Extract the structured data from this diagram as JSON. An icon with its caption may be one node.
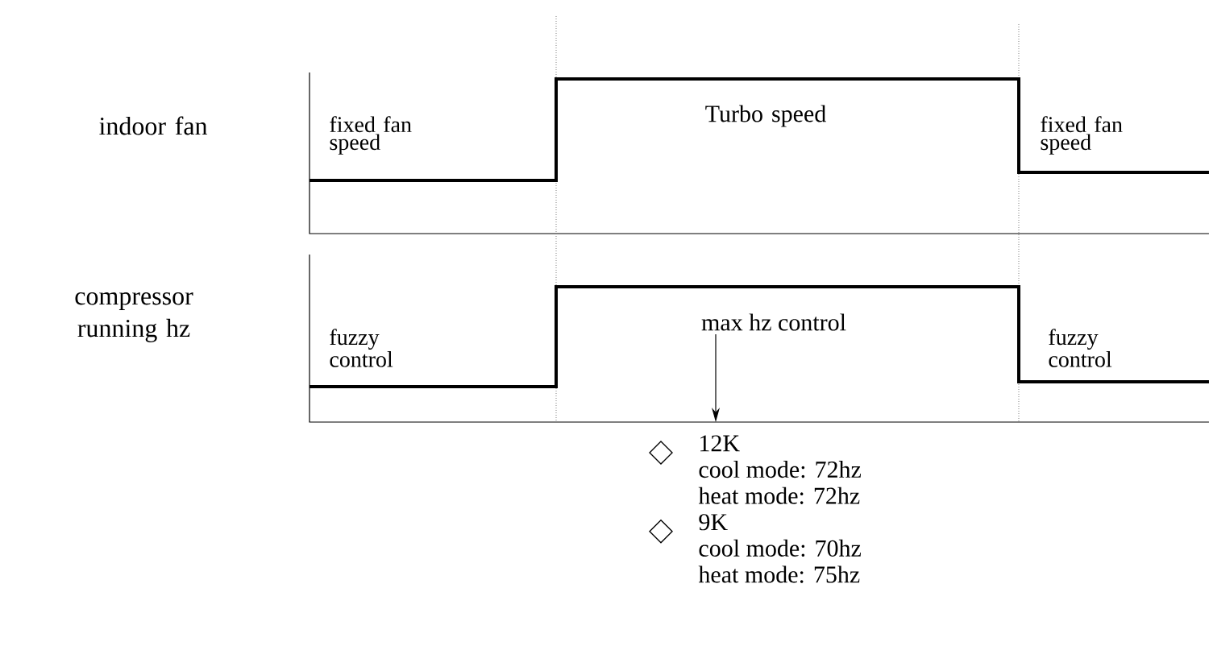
{
  "diagram": {
    "nodes": [
      {
        "text": [
          "max hz control"
        ]
      },
      {
        "text": [
          "12K",
          "cool mode: 72hz",
          "heat mode: 72hz",
          "9K",
          "cool mode: 70hz",
          "heat mode: 75hz"
        ]
      }
    ],
    "edges": [
      {
        "from": 0,
        "to": 1,
        "arrow": "to"
      }
    ],
    "labels": [
      "indoor fan",
      "fixed fan speed",
      "Turbo speed",
      "fixed fan speed",
      "compressor running hz",
      "fuzzy control",
      "fuzzy control"
    ]
  }
}
